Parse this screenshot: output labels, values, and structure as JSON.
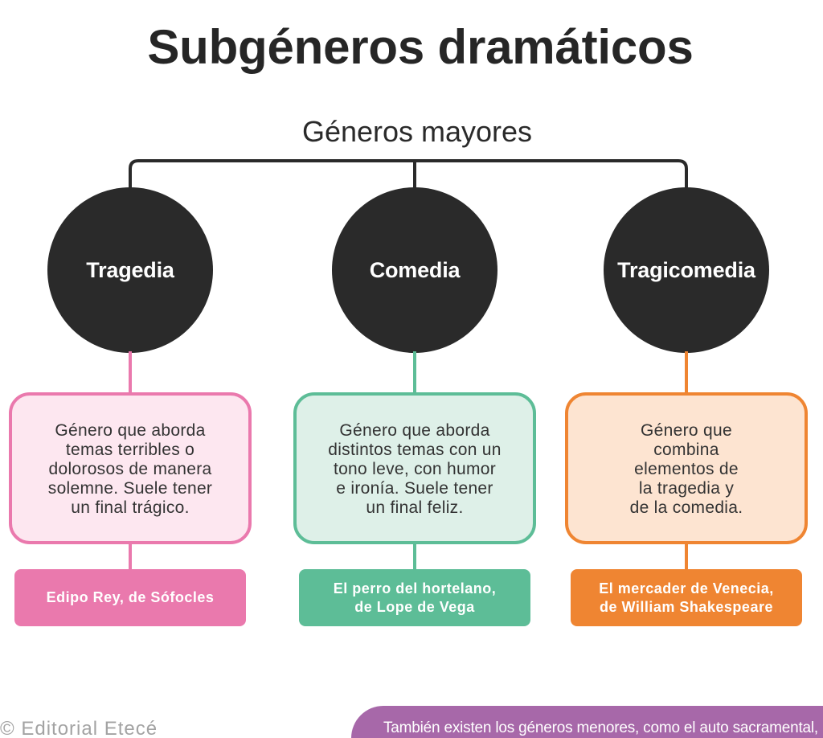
{
  "title": "Subgéneros dramáticos",
  "root": {
    "label": "Géneros mayores"
  },
  "genres": [
    {
      "name": "Tragedia",
      "description_lines": [
        "Género que aborda",
        "temas terribles o",
        "dolorosos de manera",
        "solemne. Suele tener",
        "un final trágico."
      ],
      "example_lines": [
        "Edipo Rey, de Sófocles"
      ],
      "accent_color": "#ea79ad",
      "fill_color": "#fde7f0"
    },
    {
      "name": "Comedia",
      "description_lines": [
        "Género que aborda",
        "distintos temas con un",
        "tono leve, con humor",
        "e ironía. Suele tener",
        "un final feliz."
      ],
      "example_lines": [
        "El perro del hortelano,",
        "de Lope de Vega"
      ],
      "accent_color": "#5dbd97",
      "fill_color": "#def0e8"
    },
    {
      "name": "Tragicomedia",
      "description_lines": [
        "Género que",
        "combina",
        "elementos de",
        "la tragedia y",
        "de la comedia."
      ],
      "example_lines": [
        "El mercader de Venecia,",
        "de William Shakespeare"
      ],
      "accent_color": "#ef8532",
      "fill_color": "#fde4d1"
    }
  ],
  "footer": {
    "credit": "© Editorial Etecé",
    "note": "También existen los géneros menores, como el auto sacramental,"
  },
  "colors": {
    "title_text": "#262626",
    "line_and_node": "#2a2a2a",
    "body_text": "#333333",
    "credit_text": "#a3a3a3",
    "note_background": "#a768a9"
  }
}
